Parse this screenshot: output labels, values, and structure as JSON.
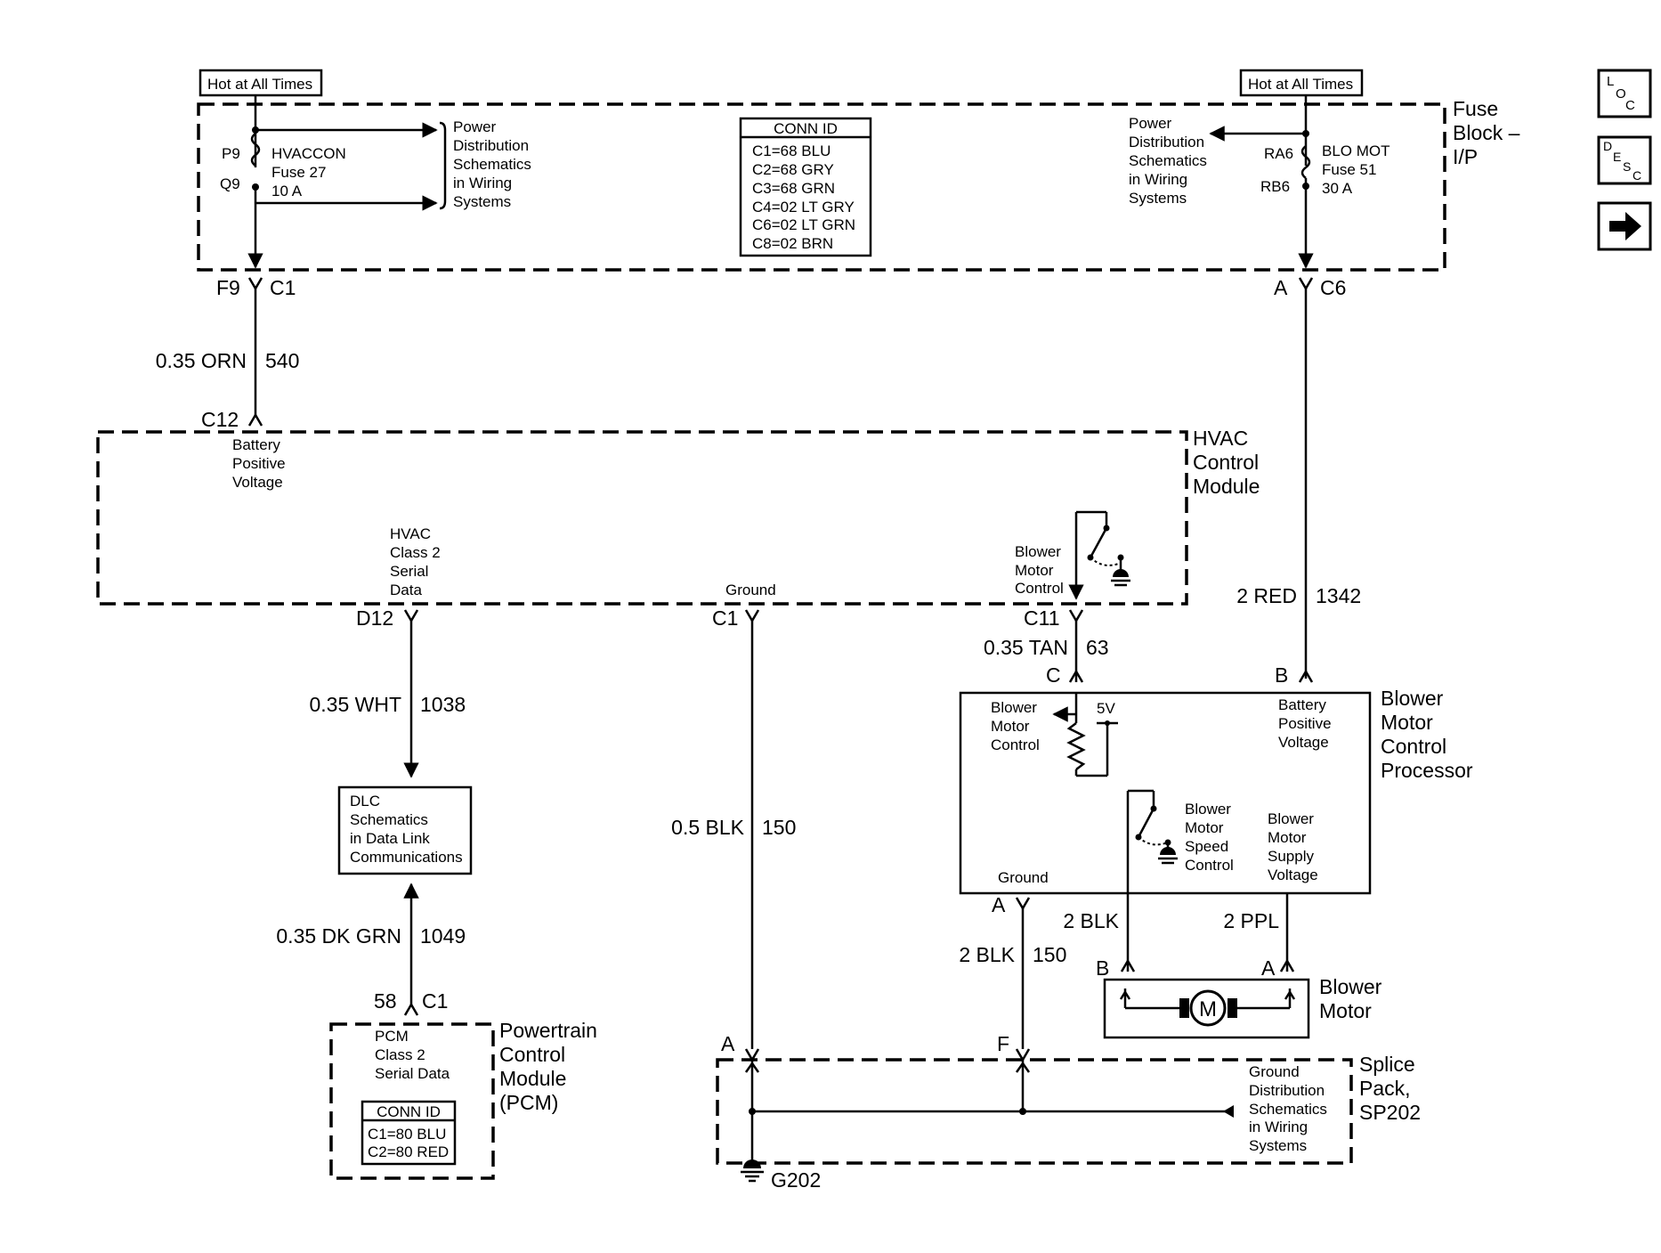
{
  "fuse_block": {
    "hot_left": "Hot at All Times",
    "hot_right": "Hot at All Times",
    "name": [
      "Fuse",
      "Block –",
      "I/P"
    ],
    "left_fuse": {
      "top_pin": "P9",
      "bottom_pin": "Q9",
      "lines": [
        "HVACCON",
        "Fuse 27",
        "10 A"
      ]
    },
    "right_fuse": {
      "top_pin": "RA6",
      "bottom_pin": "RB6",
      "lines": [
        "BLO MOT",
        "Fuse 51",
        "30 A"
      ]
    },
    "power_ref_left": [
      "Power",
      "Distribution",
      "Schematics",
      "in Wiring",
      "Systems"
    ],
    "power_ref_right": [
      "Power",
      "Distribution",
      "Schematics",
      "in Wiring",
      "Systems"
    ],
    "conn_id": {
      "title": "CONN ID",
      "rows": [
        "C1=68 BLU",
        "C2=68 GRY",
        "C3=68 GRN",
        "C4=02 LT GRY",
        "C6=02 LT GRN",
        "C8=02 BRN"
      ]
    },
    "left_out_pin": "F9",
    "left_out_conn": "C1",
    "right_out_pin": "A",
    "right_out_conn": "C6"
  },
  "wires": {
    "w540": {
      "size_color": "0.35 ORN",
      "circuit": "540"
    },
    "w1342": {
      "size_color": "2 RED",
      "circuit": "1342"
    },
    "w1038": {
      "size_color": "0.35 WHT",
      "circuit": "1038"
    },
    "w150a": {
      "size_color": "0.5 BLK",
      "circuit": "150"
    },
    "w63": {
      "size_color": "0.35 TAN",
      "circuit": "63"
    },
    "w1049": {
      "size_color": "0.35 DK GRN",
      "circuit": "1049"
    },
    "w150b": {
      "size_color": "2 BLK",
      "circuit": "150"
    },
    "wblk": {
      "size_color": "2 BLK"
    },
    "wppl": {
      "size_color": "2 PPL"
    }
  },
  "hvac": {
    "name": [
      "HVAC",
      "Control",
      "Module"
    ],
    "c12": "C12",
    "batt": [
      "Battery",
      "Positive",
      "Voltage"
    ],
    "serial": [
      "HVAC",
      "Class 2",
      "Serial",
      "Data"
    ],
    "ground": "Ground",
    "blower": [
      "Blower",
      "Motor",
      "Control"
    ],
    "d12": "D12",
    "c1": "C1",
    "c11": "C11"
  },
  "dlc": {
    "lines": [
      "DLC",
      "Schematics",
      "in Data Link",
      "Communications"
    ]
  },
  "pcm": {
    "pin": "58",
    "conn": "C1",
    "name": [
      "Powertrain",
      "Control",
      "Module",
      "(PCM)"
    ],
    "serial": [
      "PCM",
      "Class 2",
      "Serial Data"
    ],
    "conn_id": {
      "title": "CONN ID",
      "rows": [
        "C1=80 BLU",
        "C2=80 RED"
      ]
    }
  },
  "bmcp": {
    "name": [
      "Blower",
      "Motor",
      "Control",
      "Processor"
    ],
    "pin_c": "C",
    "pin_b": "B",
    "pin_a": "A",
    "control": [
      "Blower",
      "Motor",
      "Control"
    ],
    "volts": "5V",
    "batt": [
      "Battery",
      "Positive",
      "Voltage"
    ],
    "speed": [
      "Blower",
      "Motor",
      "Speed",
      "Control"
    ],
    "supply": [
      "Blower",
      "Motor",
      "Supply",
      "Voltage"
    ],
    "ground": "Ground"
  },
  "motor": {
    "name": [
      "Blower",
      "Motor"
    ],
    "pin_b": "B",
    "pin_a": "A",
    "symbol": "M"
  },
  "splice": {
    "name": [
      "Splice",
      "Pack,",
      "SP202"
    ],
    "pin_a": "A",
    "pin_f": "F",
    "ground_ref": [
      "Ground",
      "Distribution",
      "Schematics",
      "in Wiring",
      "Systems"
    ],
    "ground_id": "G202"
  },
  "nav": {
    "loc": {
      "l": "L",
      "o": "O",
      "c": "C"
    },
    "desc": {
      "d": "D",
      "e": "E",
      "s": "S",
      "c": "C"
    },
    "next_icon": "arrow-right-icon"
  }
}
